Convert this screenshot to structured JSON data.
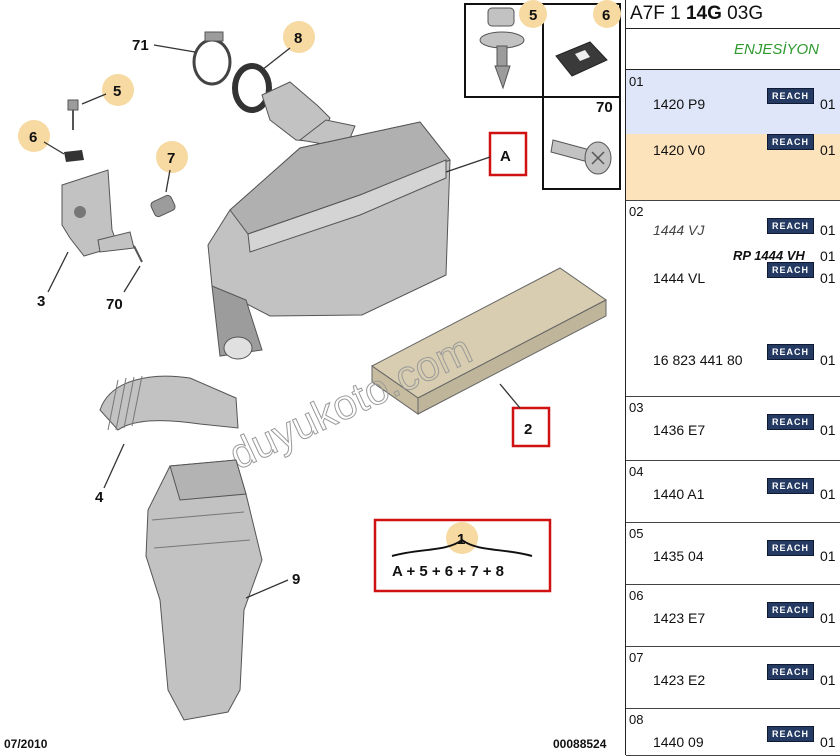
{
  "diagram": {
    "callouts": {
      "c71": "71",
      "c8": "8",
      "c5": "5",
      "c6": "6",
      "c7": "7",
      "c3": "3",
      "c70": "70",
      "cA": "A",
      "c4": "4",
      "c2": "2",
      "c9": "9",
      "c1": "1",
      "inset5": "5",
      "inset6": "6",
      "inset70": "70"
    },
    "formula": "A + 5 + 6 + 7 + 8",
    "watermark": "duyukoto.com",
    "date": "07/2010",
    "ref": "00088524"
  },
  "panel": {
    "title_prefix": "A7F 1 ",
    "title_bold": "14G",
    "title_suffix": " 03G",
    "header": "ENJESİYON",
    "reach": "REACH",
    "groups": [
      {
        "index": "01",
        "rows": [
          {
            "code": "1420 P9",
            "qty": "01",
            "style": "normal"
          },
          {
            "code": "1420 V0",
            "qty": "01",
            "style": "normal"
          }
        ]
      },
      {
        "index": "02",
        "rows": [
          {
            "code": "1444 VJ",
            "qty": "01",
            "style": "alt"
          },
          {
            "code": "",
            "qty": "01",
            "note": "RP 1444 VH",
            "style": "note"
          },
          {
            "code": "1444 VL",
            "qty": "01",
            "style": "normal"
          },
          {
            "code": "16 823 441 80",
            "qty": "01",
            "style": "normal"
          }
        ]
      },
      {
        "index": "03",
        "rows": [
          {
            "code": "1436 E7",
            "qty": "01",
            "style": "normal"
          }
        ]
      },
      {
        "index": "04",
        "rows": [
          {
            "code": "1440 A1",
            "qty": "01",
            "style": "normal"
          }
        ]
      },
      {
        "index": "05",
        "rows": [
          {
            "code": "1435 04",
            "qty": "01",
            "style": "normal"
          }
        ]
      },
      {
        "index": "06",
        "rows": [
          {
            "code": "1423 E7",
            "qty": "01",
            "style": "normal"
          }
        ]
      },
      {
        "index": "07",
        "rows": [
          {
            "code": "1423 E2",
            "qty": "01",
            "style": "normal"
          }
        ]
      },
      {
        "index": "08",
        "rows": [
          {
            "code": "1440 09",
            "qty": "01",
            "style": "normal"
          }
        ]
      }
    ],
    "colors": {
      "highlight_blue": "#dfe6fa",
      "highlight_orange": "#fde3bb",
      "reach_bg": "#243a63",
      "header_green": "#2e9a2e"
    }
  }
}
